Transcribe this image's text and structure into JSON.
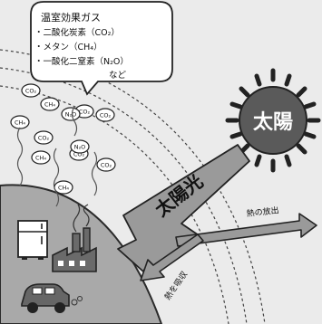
{
  "bubble": {
    "title": "温室効果ガス",
    "items": [
      "・二酸化炭素（CO₂）",
      "・メタン（CH₄）",
      "・一酸化二窒素（N₂O）"
    ],
    "footer": "など"
  },
  "sun": {
    "label": "太陽"
  },
  "arrows": {
    "sunlight": "太陽光",
    "heat_release": "熱の放出",
    "heat_absorb": "熱を吸収"
  },
  "molecules": [
    {
      "id": "m1",
      "text": "CO₂"
    },
    {
      "id": "m2",
      "text": "CH₄"
    },
    {
      "id": "m3",
      "text": "CO₂"
    },
    {
      "id": "m4",
      "text": "CO₂"
    },
    {
      "id": "m5",
      "text": "CH₄"
    },
    {
      "id": "m6",
      "text": "N₂O"
    },
    {
      "id": "m7",
      "text": "CO₂"
    },
    {
      "id": "m8",
      "text": "CO₂"
    },
    {
      "id": "m9",
      "text": "CH₄"
    },
    {
      "id": "m10",
      "text": "N₂O"
    },
    {
      "id": "m11",
      "text": "CO₂"
    },
    {
      "id": "m12",
      "text": "CH₄"
    }
  ],
  "colors": {
    "background": "#ebebeb",
    "earth": "#a9a9a9",
    "arrow": "#9a9a9a",
    "sun": "#5a5a5a",
    "ink": "#1a1a1a"
  }
}
